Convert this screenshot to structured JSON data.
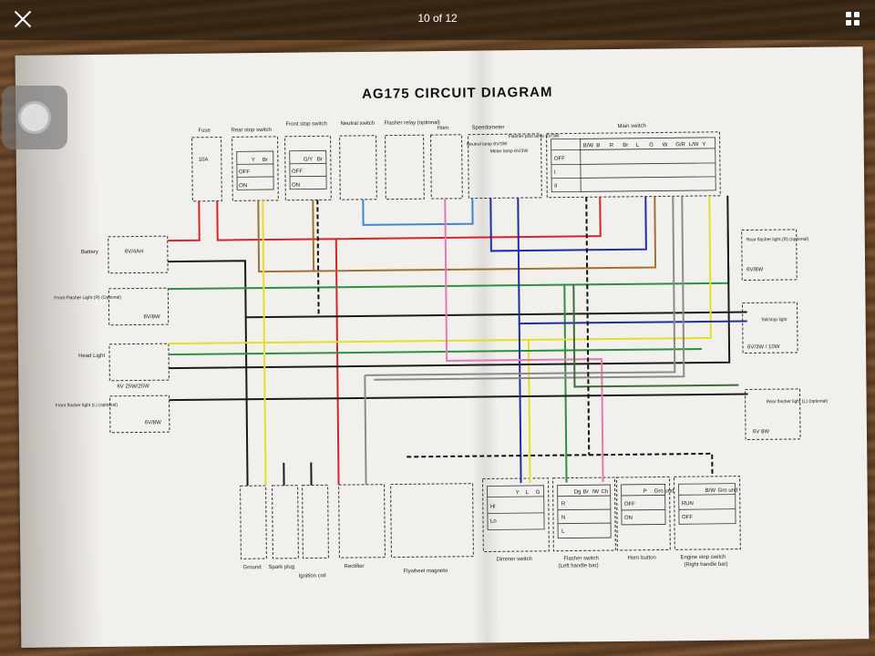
{
  "viewer": {
    "counter": "10 of 12",
    "close_icon": "close-icon",
    "grid_icon": "grid-icon",
    "assistive_icon": "assistive-touch-icon"
  },
  "diagram": {
    "title": "AG175 CIRCUIT DIAGRAM",
    "top_labels": {
      "fuse": "Fuse",
      "fuse_rating": "10A",
      "rear_stop": "Rear stop switch",
      "front_stop": "Front stop switch",
      "neutral": "Neutral switch",
      "flasher_relay": "Flasher relay (optional)",
      "horn": "Horn",
      "speedometer": "Speedometer",
      "neutral_lamp": "Neutral lamp 6V/3W",
      "meter_lamp": "Meter lamp 6V/3W",
      "flasher_pilot": "Flasher pilot lamp 6V/3W",
      "main_switch": "Main switch"
    },
    "main_switch_cols": [
      "B/W",
      "B",
      "R",
      "Br",
      "L",
      "G",
      "W",
      "G/R",
      "L/W",
      "Y"
    ],
    "main_switch_rows": [
      "OFF",
      "I",
      "II"
    ],
    "switch_cells": {
      "y": "Y",
      "br": "Br",
      "gy": "G/Y",
      "off": "OFF",
      "on": "ON"
    },
    "left_labels": {
      "battery": "Battery",
      "battery_rating": "6V/4AH",
      "front_flasher_r": "Front Flasher Light (R) (Optional)",
      "front_flasher_r_rating": "6V/8W",
      "headlight": "Head Light",
      "headlight_rating": "6V 25W/25W",
      "front_flasher_l": "Front flasher light (L) (optional)",
      "front_flasher_l_rating": "6V/8W"
    },
    "right_labels": {
      "rear_flasher_r": "Rear flasher light (R) (optional)",
      "rear_flasher_r_rating": "6V/8W",
      "tail_stop": "Tail/stop light",
      "tail_stop_rating": "6V/3W / 10W",
      "rear_flasher_l": "Rear flasher light (L) (optional)",
      "rear_flasher_l_rating": "6V 8W"
    },
    "bottom_labels": {
      "ground": "Ground",
      "spark_plug": "Spark plug",
      "ignition_coil": "Ignition coil",
      "rectifier": "Rectifier",
      "flywheel": "Flywheel magneto",
      "dimmer": "Dimmer switch",
      "flasher_switch": "Flasher switch",
      "left_handle": "(Left handle bar)",
      "horn_button": "Horn button",
      "engine_stop": "Engine stop switch",
      "right_handle": "(Right handle bar)"
    },
    "dimmer_cols": [
      "Y",
      "L",
      "G"
    ],
    "dimmer_rows": [
      "Hi",
      "Lo"
    ],
    "flasher_cols": [
      "Dg",
      "Br",
      "/W",
      "Ch"
    ],
    "flasher_rows": [
      "R",
      "N",
      "L"
    ],
    "horn_cols": [
      "P",
      "Gro und"
    ],
    "horn_rows": [
      "OFF",
      "ON"
    ],
    "engine_cols": [
      "B/W",
      "Gro und"
    ],
    "engine_rows": [
      "RUN",
      "OFF"
    ],
    "wire_colors": {
      "red": "#d8232a",
      "brown": "#a0703a",
      "black": "#1a1a1a",
      "green": "#2f8f3e",
      "yellow": "#e6dd2a",
      "blue": "#1f2fa0",
      "lightblue": "#3a86d0",
      "pink": "#e07ab0",
      "gray": "#8a8a8a",
      "darkgreen": "#3d6b3a"
    }
  }
}
